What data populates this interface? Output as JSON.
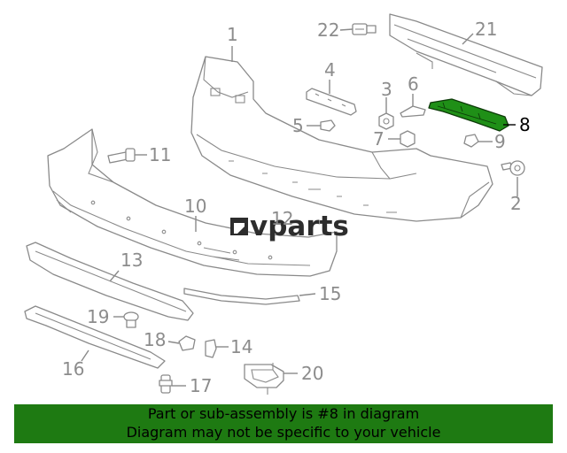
{
  "watermark": {
    "text": "vparts",
    "logo_mark": "parts-logo-icon"
  },
  "callouts": {
    "c1": "1",
    "c2": "2",
    "c3": "3",
    "c4": "4",
    "c5": "5",
    "c6": "6",
    "c7": "7",
    "c8": "8",
    "c9": "9",
    "c10": "10",
    "c11": "11",
    "c12": "12",
    "c13": "13",
    "c14": "14",
    "c15": "15",
    "c16": "16",
    "c17": "17",
    "c18": "18",
    "c19": "19",
    "c20": "20",
    "c21": "21",
    "c22": "22"
  },
  "highlighted_part": "8",
  "colors": {
    "highlight_part": "#1f8f17",
    "banner_bg": "#1e7a12",
    "line_art": "#8a8a8a"
  },
  "banner": {
    "line1": "Part or sub-assembly is #8 in diagram",
    "line2": "Diagram may not be specific to your vehicle"
  }
}
